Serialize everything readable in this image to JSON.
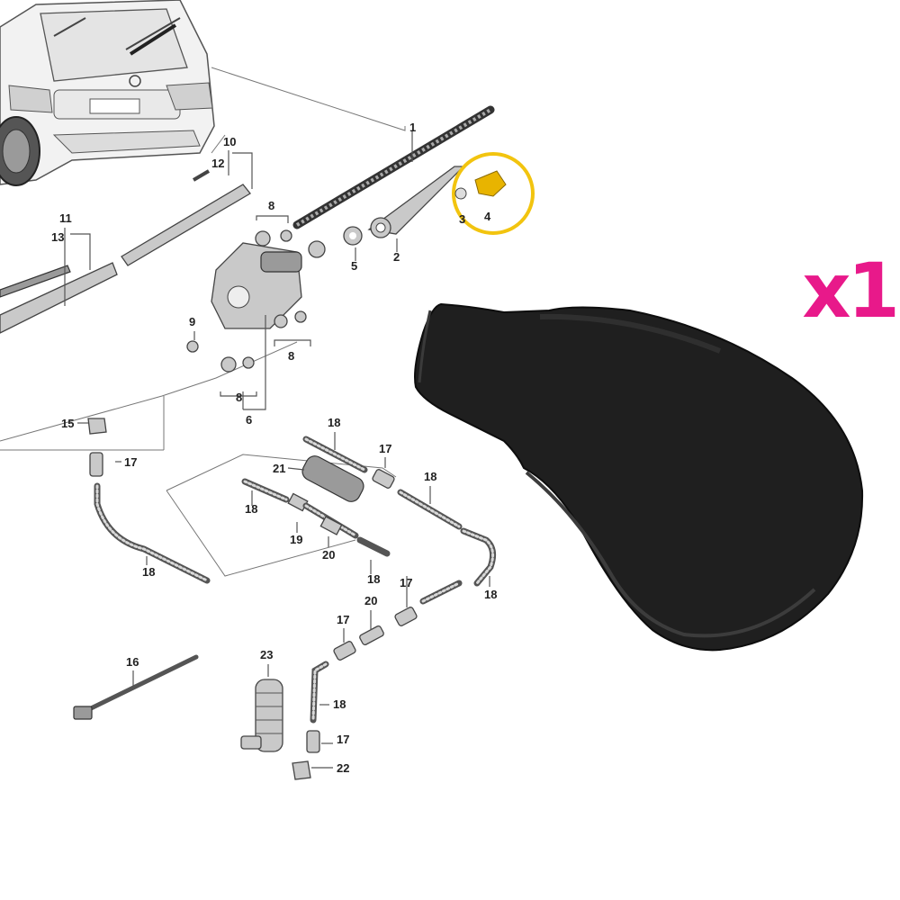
{
  "labels": {
    "p1": "1",
    "p2": "2",
    "p3": "3",
    "p4": "4",
    "p5": "5",
    "p6": "6",
    "p8a": "8",
    "p8b": "8",
    "p8c": "8",
    "p9": "9",
    "p10": "10",
    "p11": "11",
    "p12": "12",
    "p13": "13",
    "p15": "15",
    "p16": "16",
    "p17a": "17",
    "p17b": "17",
    "p17c": "17",
    "p17d": "17",
    "p17e": "17",
    "p18a": "18",
    "p18b": "18",
    "p18c": "18",
    "p18d": "18",
    "p18e": "18",
    "p18f": "18",
    "p18g": "18",
    "p19": "19",
    "p20a": "20",
    "p20b": "20",
    "p21": "21",
    "p22": "22",
    "p23": "23"
  },
  "quantity": "x1",
  "colors": {
    "highlight_ring": "#f2c40f",
    "highlighted_part": "#e8b400",
    "quantity_text": "#e8198a",
    "cap": "#1f1f1f"
  },
  "icons": [
    "car-rear-view",
    "wiper-arm-cap-photo"
  ]
}
